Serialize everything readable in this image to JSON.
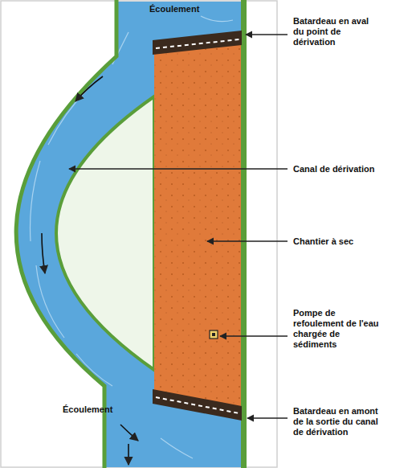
{
  "diagram": {
    "labels": [
      "Écoulement",
      "Batardeau en aval du point de dérivation",
      "Canal de dérivation",
      "Chantier à sec",
      "Pompe de refoulement de l'eau chargée de sédiments",
      "Écoulement",
      "Batardeau en amont de la sortie du canal de dérivation"
    ]
  }
}
